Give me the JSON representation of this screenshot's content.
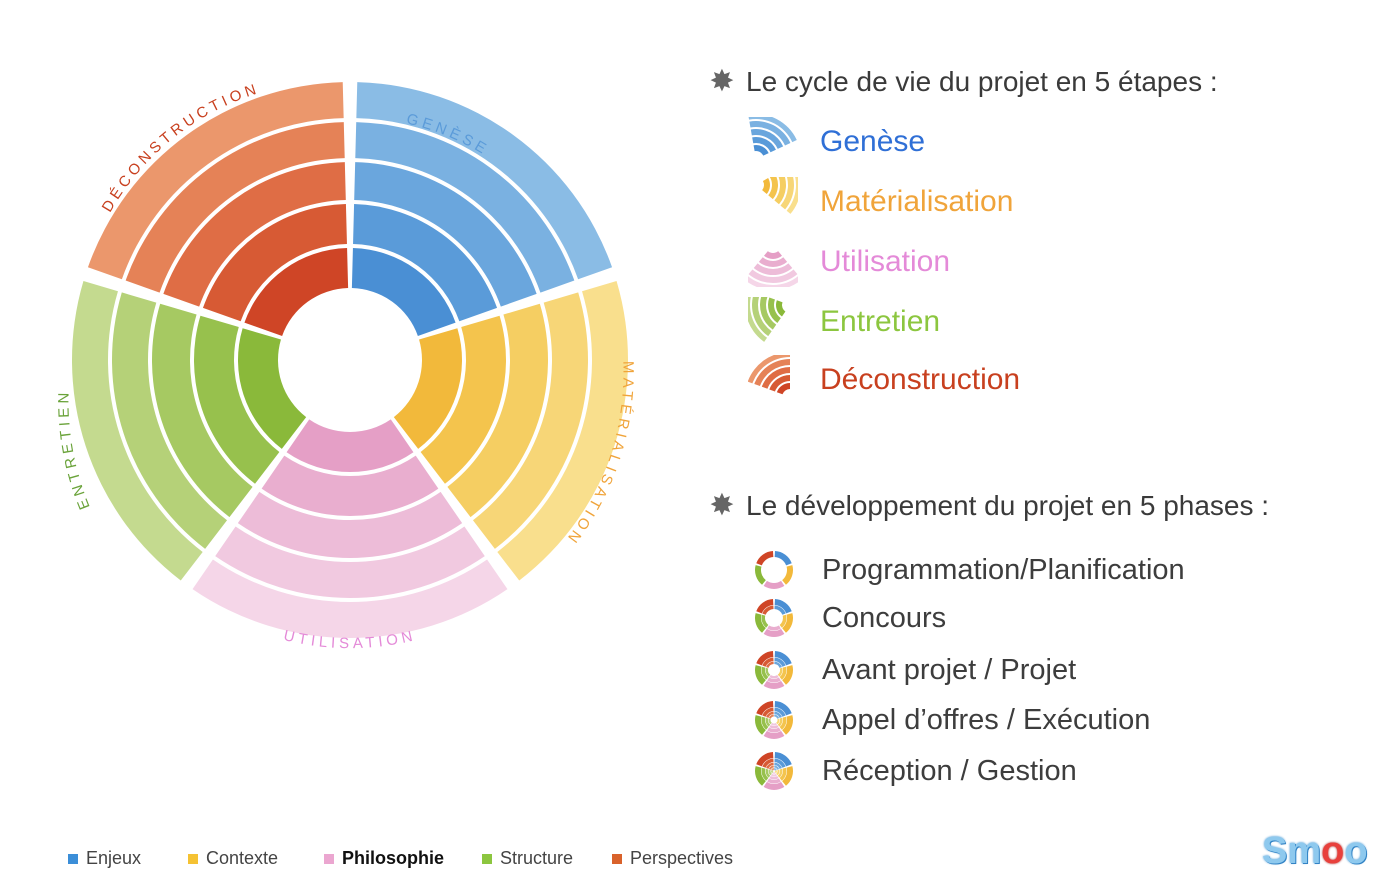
{
  "wheel": {
    "labels": {
      "genese": "GENÈSE",
      "materialisation": "MATÉRIALISATION",
      "utilisation": "UTILISATION",
      "entretien": "ENTRETIEN",
      "deconstruction": "DÉCONSTRUCTION"
    }
  },
  "cycle": {
    "heading": "Le cycle de vie du projet en 5 étapes :",
    "stages": [
      {
        "label": "Genèse",
        "color": "#2f6fd6",
        "icon": "genese-fan-icon"
      },
      {
        "label": "Matérialisation",
        "color": "#f0a43a",
        "icon": "materialisation-fan-icon"
      },
      {
        "label": "Utilisation",
        "color": "#e48ad8",
        "icon": "utilisation-fan-icon"
      },
      {
        "label": "Entretien",
        "color": "#8cc63f",
        "icon": "entretien-fan-icon"
      },
      {
        "label": "Déconstruction",
        "color": "#c8401f",
        "icon": "deconstruction-fan-icon"
      }
    ]
  },
  "development": {
    "heading": "Le développement du projet en 5 phases :",
    "phases": [
      {
        "label": "Programmation/Planification",
        "icon": "phase-1-ring-icon"
      },
      {
        "label": "Concours",
        "icon": "phase-2-ring-icon"
      },
      {
        "label": "Avant projet / Projet",
        "icon": "phase-3-ring-icon"
      },
      {
        "label": "Appel d’offres / Exécution",
        "icon": "phase-4-ring-icon"
      },
      {
        "label": "Réception / Gestion",
        "icon": "phase-5-ring-icon"
      }
    ]
  },
  "legend": [
    {
      "label": "Enjeux",
      "color": "#3b8ed8"
    },
    {
      "label": "Contexte",
      "color": "#f5c233"
    },
    {
      "label": "Philosophie",
      "color": "#eba6d0"
    },
    {
      "label": "Structure",
      "color": "#8cc63f"
    },
    {
      "label": "Perspectives",
      "color": "#d9622b"
    }
  ],
  "logo": {
    "text_a": "Sm",
    "text_o": "o",
    "text_b": "o"
  },
  "palette": {
    "blue": [
      "#4a8fd4",
      "#5a9bd9",
      "#6aa6dd",
      "#7ab1e1",
      "#8abce5"
    ],
    "yellow": [
      "#f2b93b",
      "#f4c44d",
      "#f5ce62",
      "#f7d677",
      "#f9df8d"
    ],
    "pink": [
      "#e59fc6",
      "#e9aecf",
      "#edbcd8",
      "#f1c9e0",
      "#f5d6e8"
    ],
    "green": [
      "#8ab93a",
      "#97c14d",
      "#a6c962",
      "#b5d178",
      "#c4da8f"
    ],
    "orange": [
      "#cf4526",
      "#d75a34",
      "#df6d45",
      "#e58257",
      "#eb976c"
    ]
  }
}
